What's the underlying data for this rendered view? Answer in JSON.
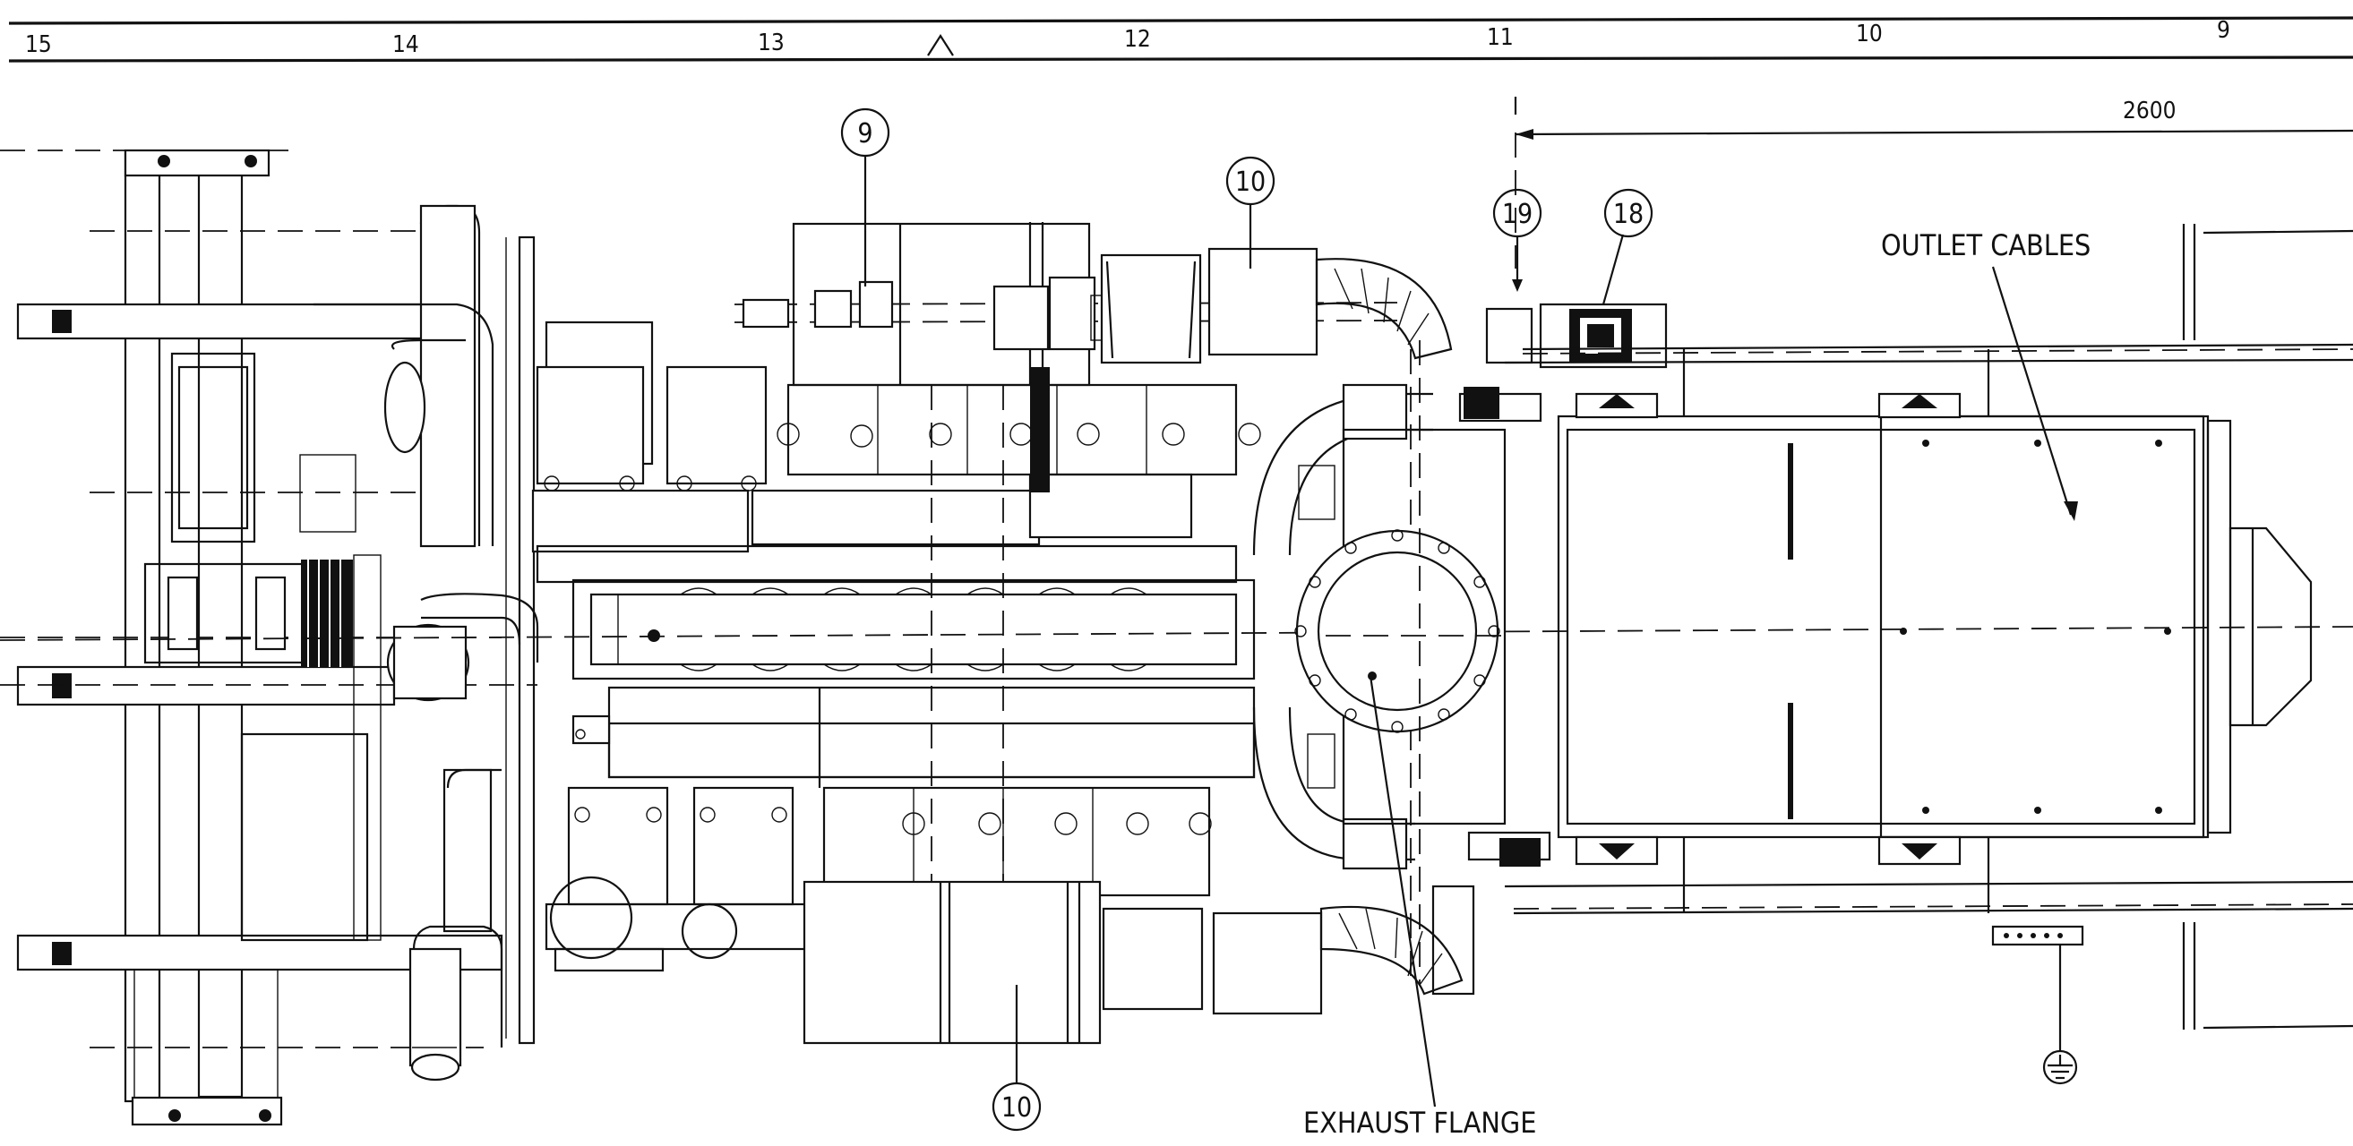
{
  "zone_labels": [
    "15",
    "14",
    "13",
    "12",
    "11",
    "10",
    "9"
  ],
  "dimension": "2600",
  "callouts": {
    "c9": "9",
    "c10_top": "10",
    "c10_bottom": "10",
    "c18": "18",
    "c19": "19"
  },
  "annotations": {
    "outlet_cables": "OUTLET CABLES",
    "exhaust_flange": "EXHAUST FLANGE"
  },
  "icons": [
    "ground-symbol-icon",
    "north-arrow-icon"
  ]
}
